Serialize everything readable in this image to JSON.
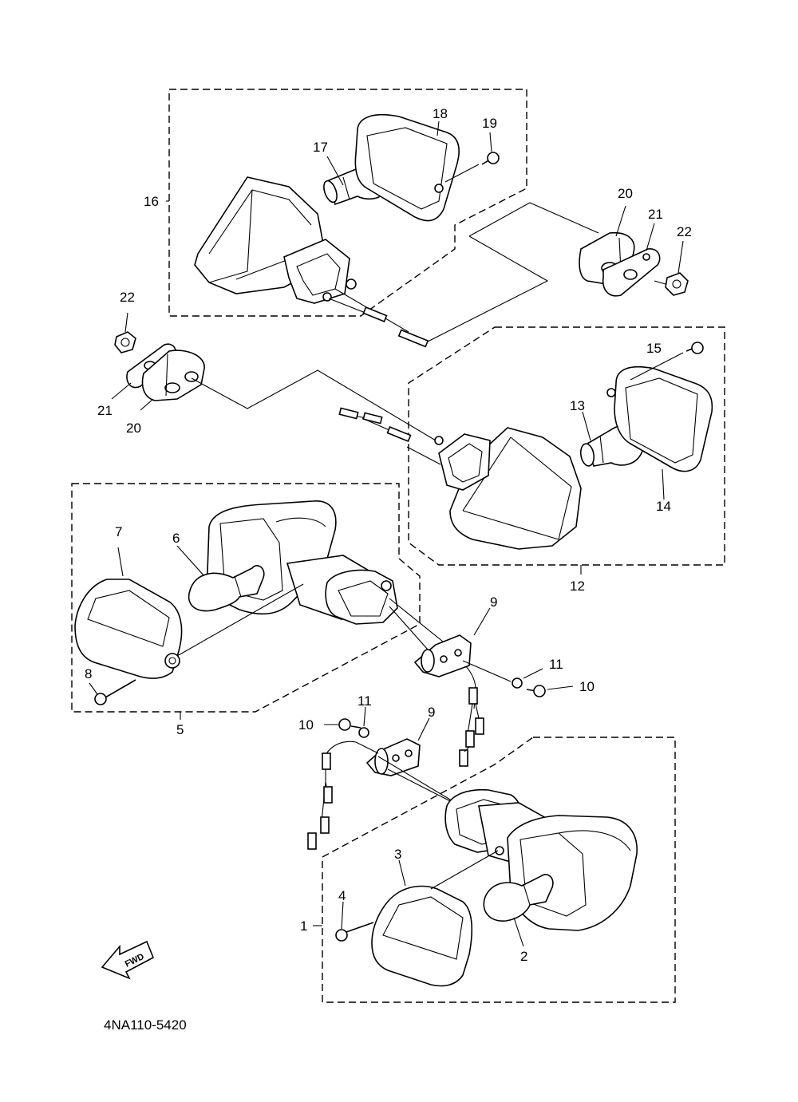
{
  "diagram_code": "4NA110-5420",
  "fwd_label": "FWD",
  "labels": {
    "p1": "1",
    "p2": "2",
    "p3": "3",
    "p4": "4",
    "p5": "5",
    "p6": "6",
    "p7": "7",
    "p8": "8",
    "p9a": "9",
    "p9b": "9",
    "p10a": "10",
    "p10b": "10",
    "p11a": "11",
    "p11b": "11",
    "p12": "12",
    "p13": "13",
    "p14": "14",
    "p15": "15",
    "p16": "16",
    "p17": "17",
    "p18": "18",
    "p19": "19",
    "p20a": "20",
    "p20b": "20",
    "p21a": "21",
    "p21b": "21",
    "p22a": "22",
    "p22b": "22"
  }
}
